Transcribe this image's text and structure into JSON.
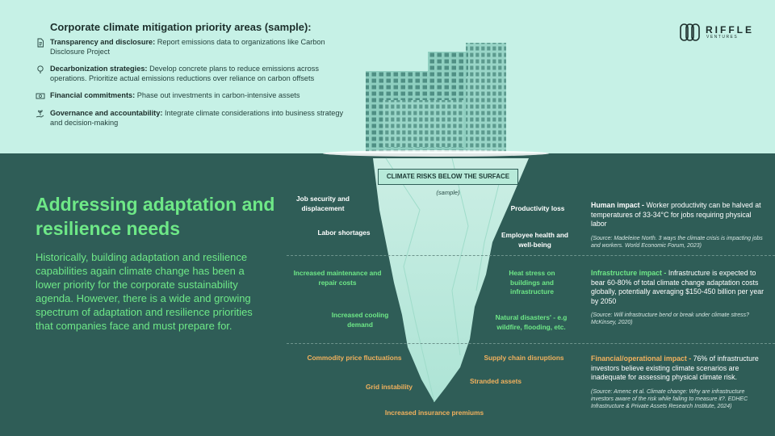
{
  "mitigation": {
    "title": "Corporate climate mitigation priority areas (sample):",
    "items": [
      {
        "icon": "document-icon",
        "label": "Transparency and disclosure:",
        "text": "Report emissions data to organizations like Carbon Disclosure Project"
      },
      {
        "icon": "lightbulb-icon",
        "label": "Decarbonization strategies:",
        "text": "Develop concrete plans to reduce emissions across operations. Prioritize actual emissions reductions over reliance on carbon offsets"
      },
      {
        "icon": "money-icon",
        "label": "Financial commitments:",
        "text": "Phase out investments in carbon-intensive assets"
      },
      {
        "icon": "plant-hand-icon",
        "label": "Governance and accountability:",
        "text": "Integrate climate considerations into business strategy and decision-making"
      }
    ]
  },
  "logo": {
    "word": "RIFFLE",
    "sub": "VENTURES"
  },
  "headline": "Addressing adaptation and resilience needs",
  "body": "Historically, building adaptation and resilience capabilities again climate change has been a lower priority for the corporate sustainability agenda. However, there is a wide and growing spectrum of adaptation and resilience priorities that companies face and must prepare for.",
  "iceberg": {
    "banner": "CLIMATE RISKS BELOW THE SURFACE",
    "sample": "(sample)",
    "human_left": [
      "Job security and displacement",
      "Labor shortages"
    ],
    "human_right": [
      "Productivity loss",
      "Employee health and well-being"
    ],
    "infra_left": [
      "Increased maintenance and repair costs",
      "Increased cooling demand"
    ],
    "infra_right": [
      "Heat stress on buildings and infrastructure",
      "Natural disasters' - e.g wildfire, flooding, etc."
    ],
    "fin_left": [
      "Commodity price fluctuations",
      "Grid instability"
    ],
    "fin_right": [
      "Supply chain disruptions",
      "Stranded assets"
    ],
    "fin_bottom": "Increased insurance premiums"
  },
  "impacts": {
    "human": {
      "label": "Human impact -",
      "text": "Worker productivity can be halved at temperatures of 33-34°C for jobs requiring physical labor",
      "source": "(Source: Madeleine North. 3 ways the climate crisis is impacting jobs and workers. World Economic Forum, 2023)"
    },
    "infra": {
      "label": "Infrastructure impact -",
      "text": "Infrastructure is expected to bear 60-80% of total climate change adaptation costs globally, potentially averaging $150-450 billion per year by 2050",
      "source": "(Source: Will infrastructure bend or break under climate stress? McKinsey, 2020)"
    },
    "fin": {
      "label": "Financial/operational impact -",
      "text": "76% of infrastructure investors believe existing climate scenarios are inadequate for assessing physical climate risk.",
      "source": "(Source: Amenc et al. Climate change: Why are infrastructure investors aware of the risk while failing to measure it?. EDHEC Infrastructure & Private Assets Research Institute, 2024)"
    }
  },
  "colors": {
    "top_bg": "#c6f1e6",
    "bottom_bg": "#2f5d57",
    "green": "#6ee887",
    "orange": "#f2b15d"
  }
}
